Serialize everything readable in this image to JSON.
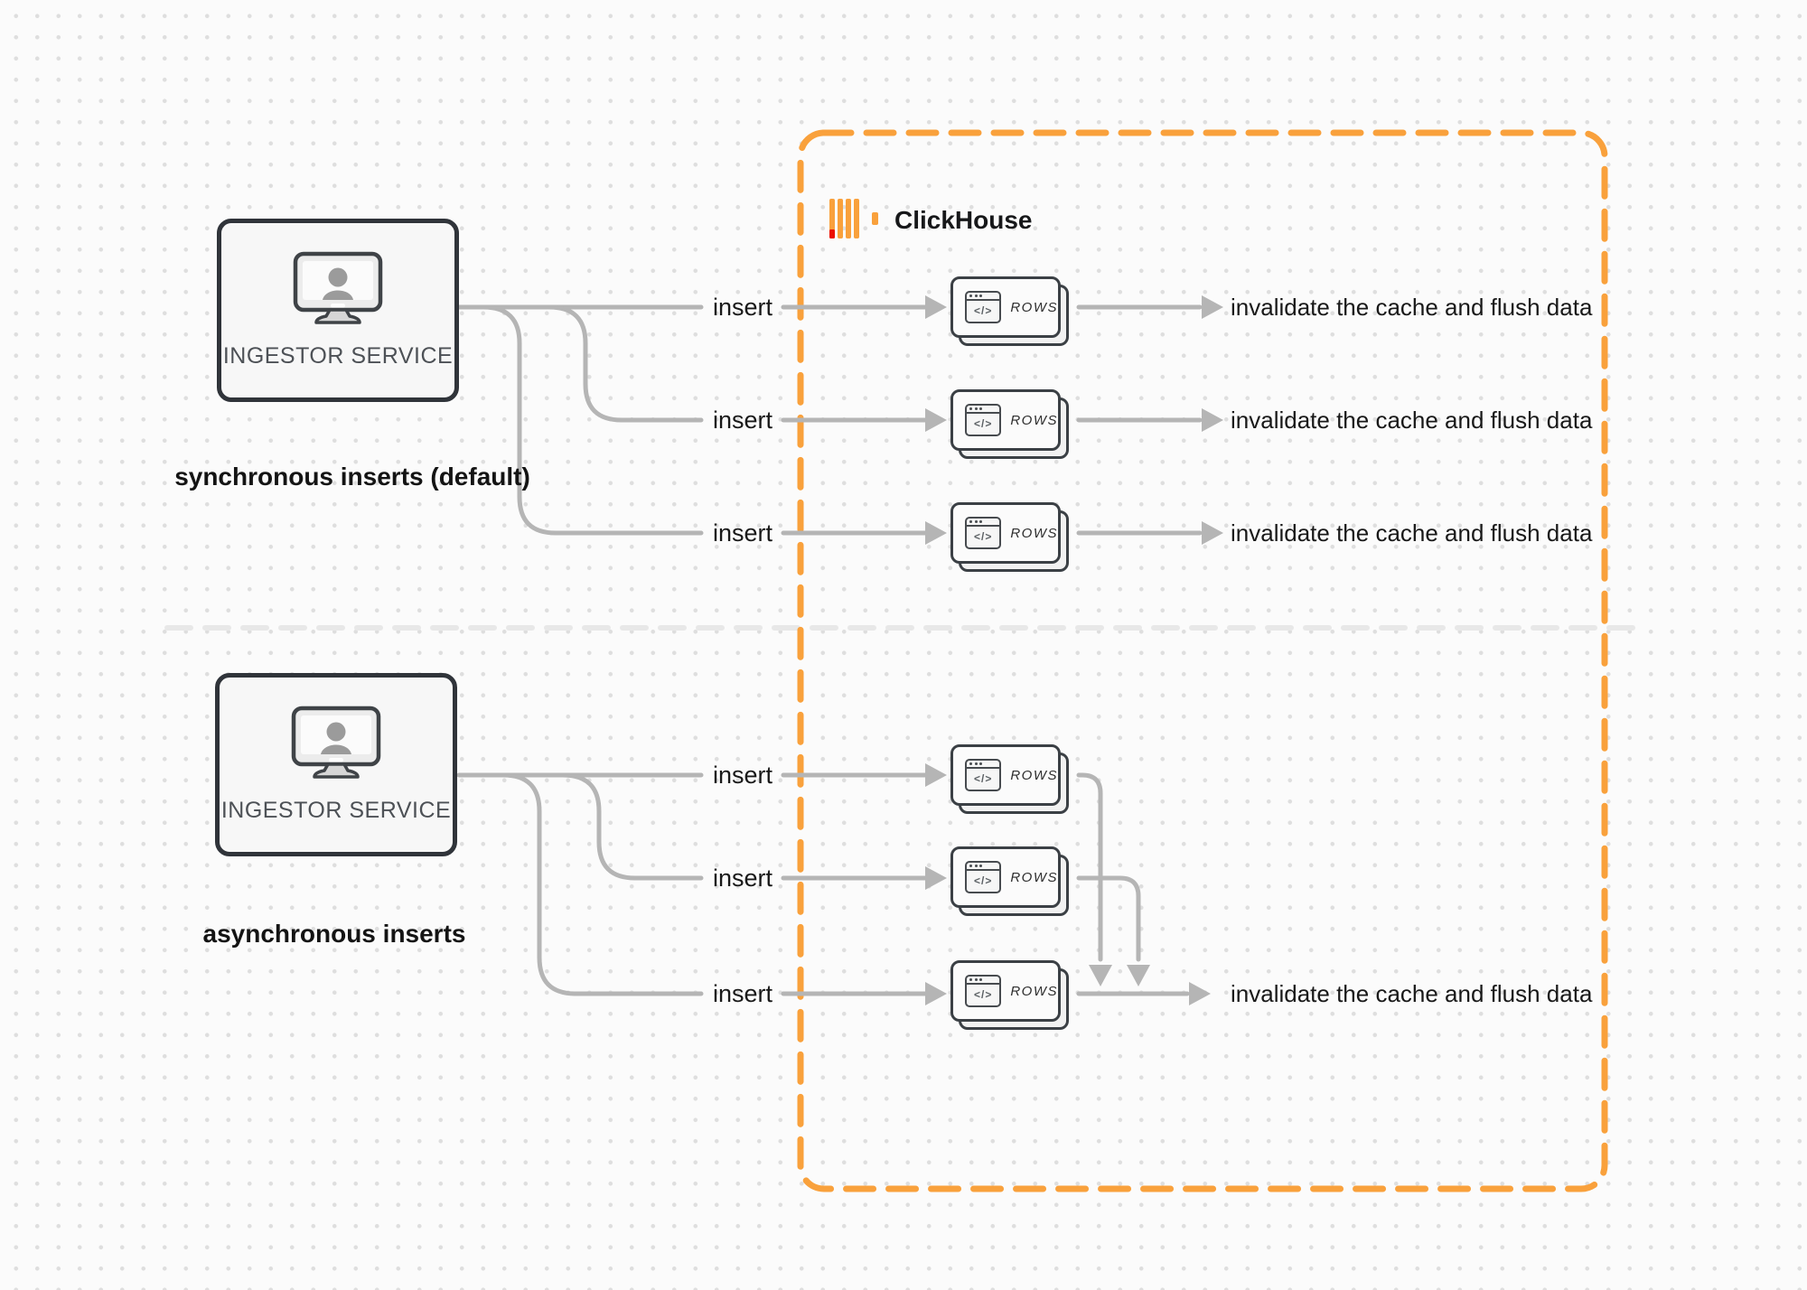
{
  "colors": {
    "accent_orange": "#F9A13C",
    "accent_red": "#EC1000",
    "connector_gray": "#B5B5B5",
    "divider_gray": "#E8E8E8"
  },
  "clickhouse": {
    "title": "ClickHouse",
    "logo_icon": "clickhouse-bars-logo"
  },
  "glyphs": {
    "code_window": "</>"
  },
  "sections": [
    {
      "label": "synchronous inserts (default)",
      "source": {
        "title": "INGESTOR SERVICE",
        "icon": "user-on-monitor-icon"
      },
      "rows": [
        {
          "insert_label": "insert",
          "node_label": "ROWS",
          "result": "invalidate the cache and flush data"
        },
        {
          "insert_label": "insert",
          "node_label": "ROWS",
          "result": "invalidate the cache and flush data"
        },
        {
          "insert_label": "insert",
          "node_label": "ROWS",
          "result": "invalidate the cache and flush data"
        }
      ]
    },
    {
      "label": "asynchronous inserts",
      "source": {
        "title": "INGESTOR SERVICE",
        "icon": "user-on-monitor-icon"
      },
      "rows": [
        {
          "insert_label": "insert",
          "node_label": "ROWS"
        },
        {
          "insert_label": "insert",
          "node_label": "ROWS"
        },
        {
          "insert_label": "insert",
          "node_label": "ROWS"
        }
      ],
      "shared_result": "invalidate the cache and flush data"
    }
  ]
}
